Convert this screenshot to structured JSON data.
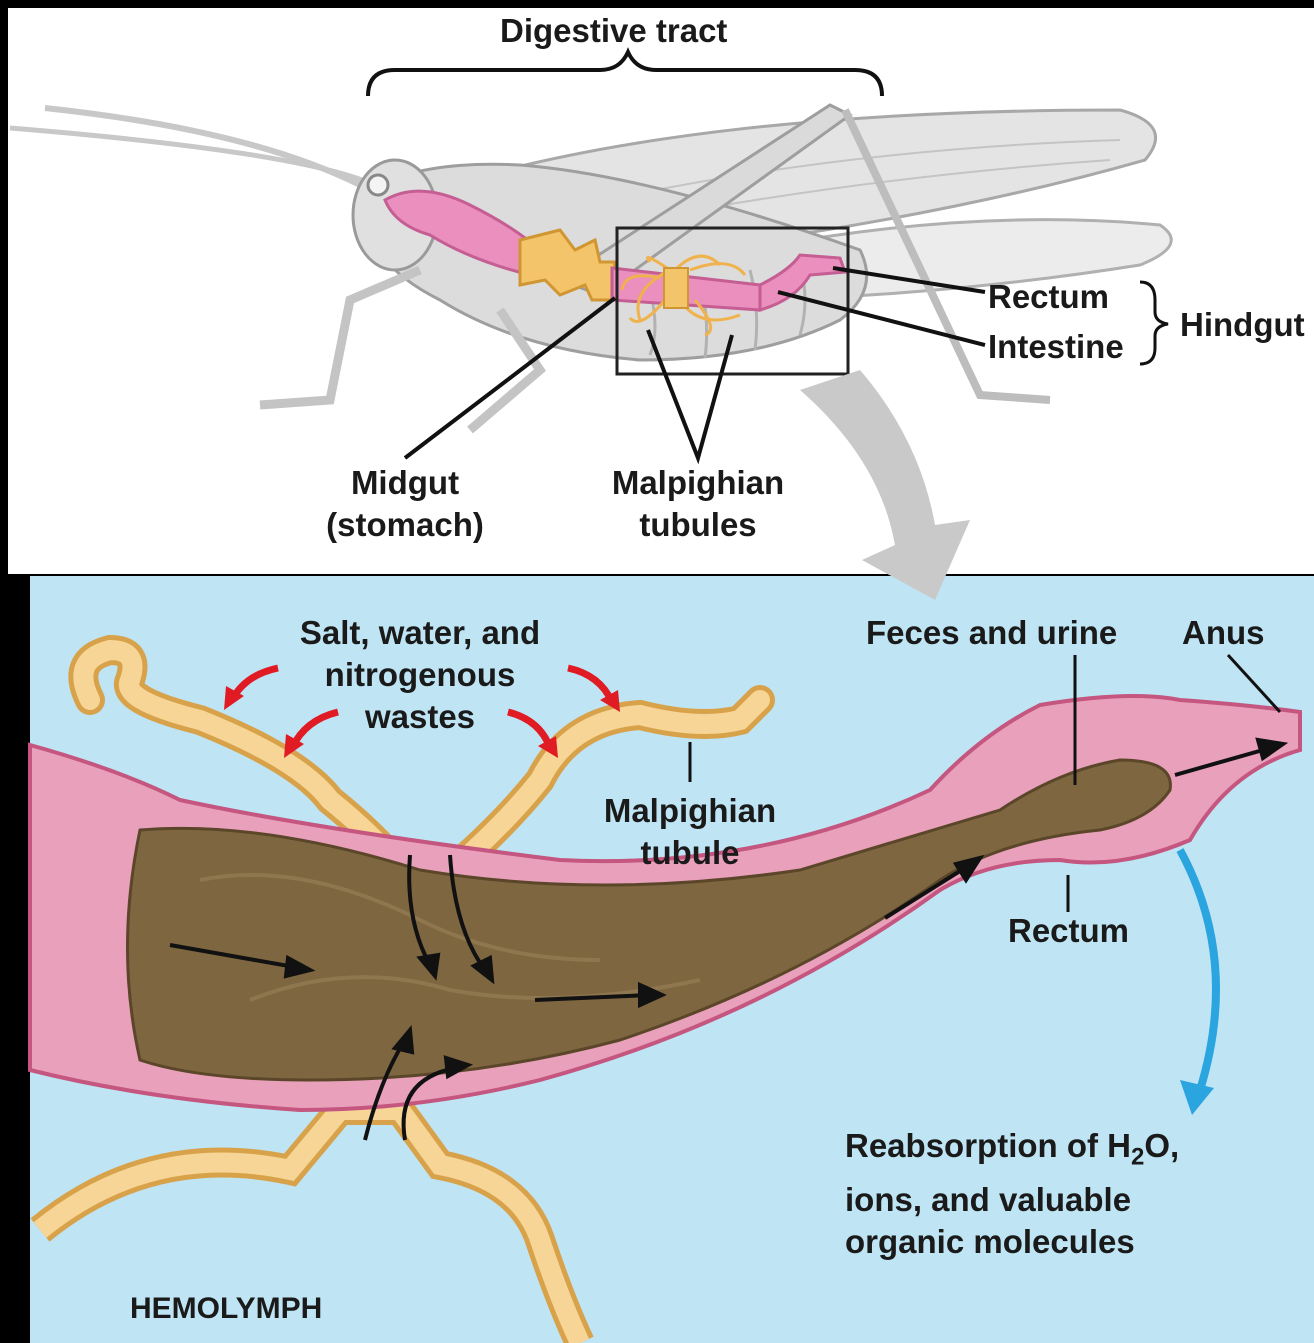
{
  "title": "Digestive tract",
  "top_labels": {
    "rectum": "Rectum",
    "intestine": "Intestine",
    "hindgut": "Hindgut",
    "midgut_line1": "Midgut",
    "midgut_line2": "(stomach)",
    "malpighian_line1": "Malpighian",
    "malpighian_line2": "tubules"
  },
  "bottom_labels": {
    "salt_line1": "Salt, water, and",
    "salt_line2": "nitrogenous",
    "salt_line3": "wastes",
    "tubule_line1": "Malpighian",
    "tubule_line2": "tubule",
    "feces": "Feces and urine",
    "anus": "Anus",
    "rectum": "Rectum",
    "reabs_line1_pre": "Reabsorption of H",
    "reabs_sub": "2",
    "reabs_line1_post": "O,",
    "reabs_line2": "ions, and valuable",
    "reabs_line3": "organic molecules",
    "hemolymph": "HEMOLYMPH"
  },
  "colors": {
    "background": "#000000",
    "top_panel": "#ffffff",
    "hemolymph_bg": "#bfe4f4",
    "gut_pink": "#e78fb3",
    "tubule_yellow": "#f2c46d",
    "feces_brown": "#7a5f3a",
    "red_arrow": "#e01b24",
    "blue_arrow": "#2aa5e0"
  }
}
